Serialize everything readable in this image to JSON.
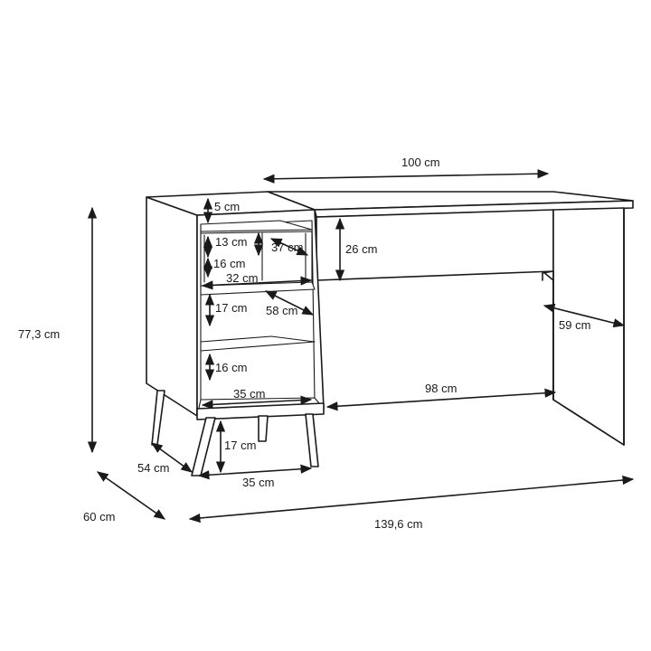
{
  "dimensions": {
    "total_height": "77,3 cm",
    "total_depth": "60 cm",
    "total_width": "139,6 cm",
    "desk_top_width": "100 cm",
    "drawer_height": "26 cm",
    "desk_depth": "59 cm",
    "desk_inner_width": "98 cm",
    "top_shelf_gap": "5 cm",
    "drawer_front_height": "13 cm",
    "drawer_depth": "37 cm",
    "drawer_inner_height": "16 cm",
    "drawer_width": "32 cm",
    "shelf_middle_height": "17 cm",
    "shelf_depth": "58 cm",
    "shelf_bottom_height": "16 cm",
    "shelf_bottom_width": "35 cm",
    "leg_height": "17 cm",
    "cabinet_depth": "54 cm",
    "cabinet_width": "35 cm"
  }
}
